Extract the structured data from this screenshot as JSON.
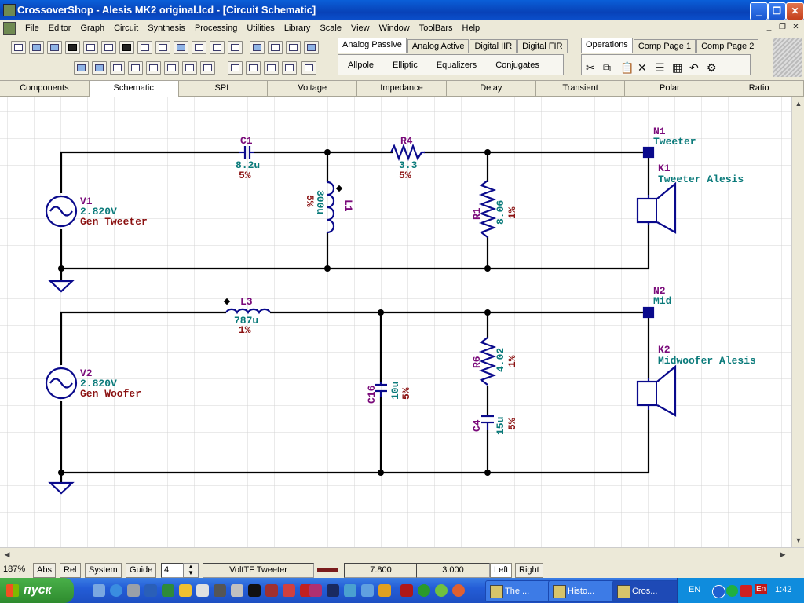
{
  "window": {
    "title": "CrossoverShop - Alesis MK2 original.lcd - [Circuit Schematic]",
    "controls": {
      "minimize": "_",
      "maximize": "❐",
      "close": "✕"
    }
  },
  "menu": [
    "File",
    "Editor",
    "Graph",
    "Circuit",
    "Synthesis",
    "Processing",
    "Utilities",
    "Library",
    "Scale",
    "View",
    "Window",
    "ToolBars",
    "Help"
  ],
  "synthesis_tabs": {
    "tabs": [
      "Analog Passive",
      "Analog Active",
      "Digital IIR",
      "Digital FIR"
    ],
    "active": "Analog Passive",
    "items": [
      "Allpole",
      "Elliptic",
      "Equalizers",
      "Conjugates"
    ]
  },
  "operations_tabs": {
    "tabs": [
      "Operations",
      "Comp Page 1",
      "Comp Page 2"
    ],
    "active": "Operations"
  },
  "view_tabs": [
    "Components",
    "Schematic",
    "SPL",
    "Voltage",
    "Impedance",
    "Delay",
    "Transient",
    "Polar",
    "Ratio"
  ],
  "active_view": "Schematic",
  "schematic": {
    "components": {
      "C1": {
        "name": "C1",
        "value": "8.2u",
        "tol": "5%"
      },
      "R4": {
        "name": "R4",
        "value": "3.3",
        "tol": "5%"
      },
      "L1": {
        "name": "L1",
        "value": "300u",
        "tol": "5%"
      },
      "R1": {
        "name": "R1",
        "value": "8.06",
        "tol": "1%"
      },
      "V1": {
        "name": "V1",
        "value": "2.820V",
        "label": "Gen Tweeter"
      },
      "N1": {
        "name": "N1",
        "label": "Tweeter"
      },
      "K1": {
        "name": "K1",
        "label": "Tweeter Alesis"
      },
      "L3": {
        "name": "L3",
        "value": "787u",
        "tol": "1%"
      },
      "V2": {
        "name": "V2",
        "value": "2.820V",
        "label": "Gen Woofer"
      },
      "C16": {
        "name": "C16",
        "value": "10u",
        "tol": "5%"
      },
      "R6": {
        "name": "R6",
        "value": "4.02",
        "tol": "1%"
      },
      "C4": {
        "name": "C4",
        "value": "15u",
        "tol": "5%"
      },
      "N2": {
        "name": "N2",
        "label": "Mid"
      },
      "K2": {
        "name": "K2",
        "label": "Midwoofer Alesis"
      }
    }
  },
  "statusbar": {
    "zoom": "187%",
    "abs": "Abs",
    "rel": "Rel",
    "system": "System",
    "guide": "Guide",
    "guide_value": "4",
    "trace_name": "VoltTF Tweeter",
    "x_value": "7.800",
    "y_value": "3.000",
    "left": "Left",
    "right": "Right",
    "trace_color": "#7a1c1c"
  },
  "taskbar": {
    "start": "пуск",
    "tasks": [
      "The ...",
      "Histo...",
      "Cros..."
    ],
    "active_task": "Cros...",
    "lang": "EN",
    "lang2": "En",
    "clock": "1:42"
  },
  "colors": {
    "wire": "#000000",
    "component": "#0a0a8c",
    "name_label": "#7a0a7a",
    "value_label": "#0a7a7a",
    "tol_label": "#8a1010",
    "grid": "#d4d4d4"
  }
}
